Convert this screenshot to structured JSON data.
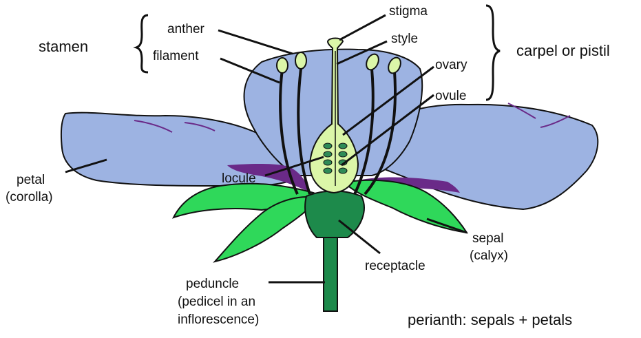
{
  "labels": {
    "stamen": "stamen",
    "anther": "anther",
    "filament": "filament",
    "stigma": "stigma",
    "style": "style",
    "ovary": "ovary",
    "ovule": "ovule",
    "carpel": "carpel or pistil",
    "locule": "locule",
    "petal_1": "petal",
    "petal_2": "(corolla)",
    "sepal_1": "sepal",
    "sepal_2": "(calyx)",
    "receptacle": "receptacle",
    "peduncle_1": "peduncle",
    "peduncle_2": "(pedicel in an",
    "peduncle_3": "inflorescence)",
    "perianth": "perianth: sepals + petals"
  },
  "colors": {
    "petal": "#9db3e2",
    "petal_dark": "#6a2a88",
    "sepal": "#2fd85a",
    "receptacle": "#1d8a4b",
    "pistil": "#dbf6a8",
    "ovule": "#2e8b57",
    "outline": "#111111"
  }
}
